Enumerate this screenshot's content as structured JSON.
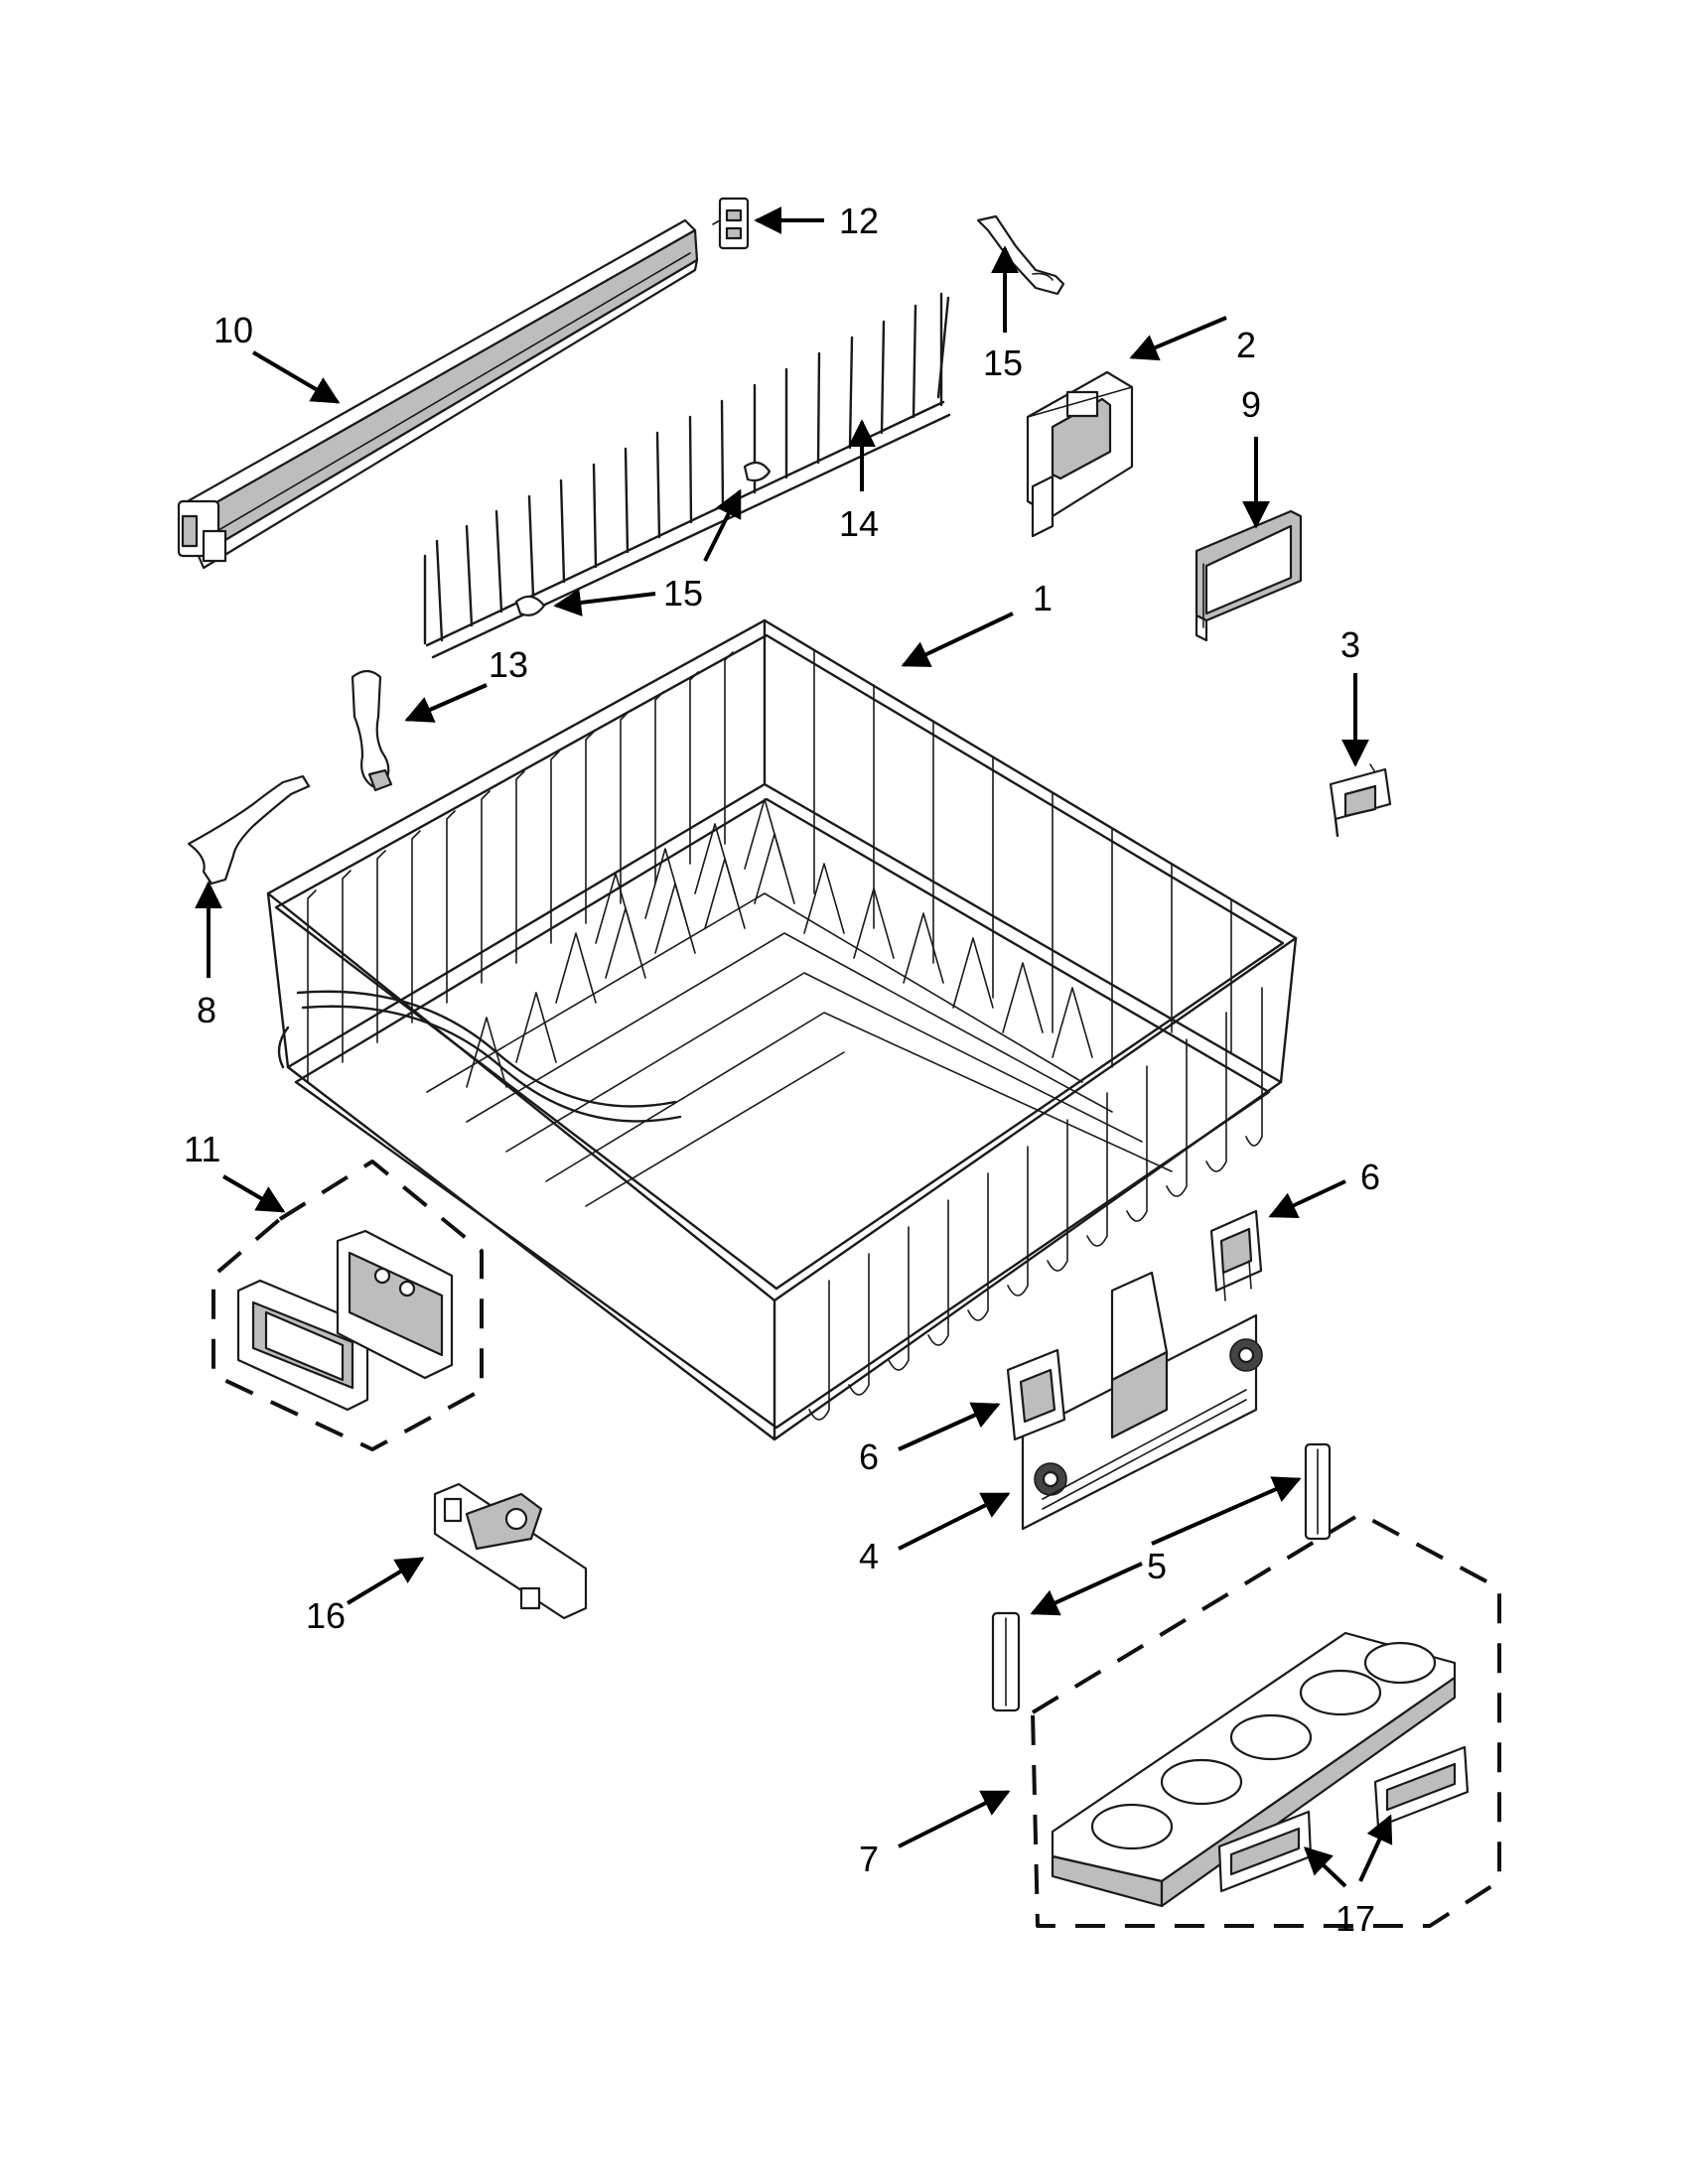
{
  "callouts": [
    {
      "id": "c1",
      "text": "1"
    },
    {
      "id": "c2",
      "text": "2"
    },
    {
      "id": "c3",
      "text": "3"
    },
    {
      "id": "c4",
      "text": "4"
    },
    {
      "id": "c5",
      "text": "5"
    },
    {
      "id": "c6a",
      "text": "6"
    },
    {
      "id": "c6b",
      "text": "6"
    },
    {
      "id": "c7",
      "text": "7"
    },
    {
      "id": "c8",
      "text": "8"
    },
    {
      "id": "c9",
      "text": "9"
    },
    {
      "id": "c10",
      "text": "10"
    },
    {
      "id": "c11",
      "text": "11"
    },
    {
      "id": "c12",
      "text": "12"
    },
    {
      "id": "c13",
      "text": "13"
    },
    {
      "id": "c14",
      "text": "14"
    },
    {
      "id": "c15a",
      "text": "15"
    },
    {
      "id": "c15b",
      "text": "15"
    },
    {
      "id": "c16",
      "text": "16"
    },
    {
      "id": "c17",
      "text": "17"
    }
  ],
  "colors": {
    "line": "#1a1a1a",
    "background": "#ffffff",
    "part_fill": "#bdbdbd"
  }
}
